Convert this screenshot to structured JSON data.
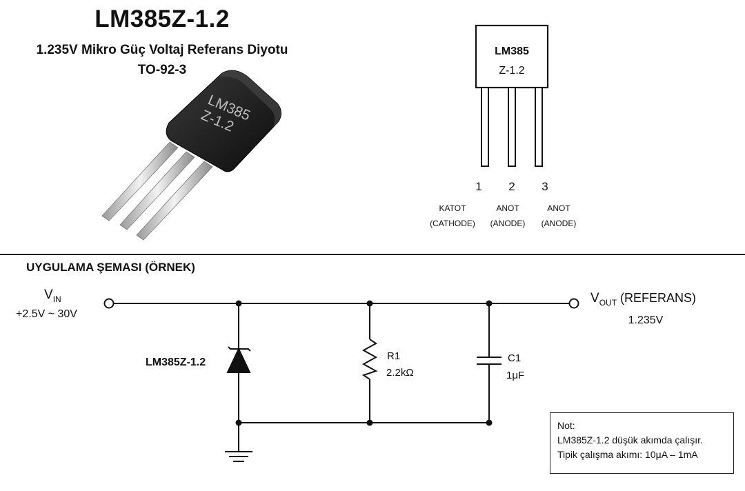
{
  "header": {
    "title": "LM385Z-1.2",
    "subtitle": "1.235V Mikro Güç Voltaj Referans Diyotu",
    "package": "TO-92-3"
  },
  "package_photo": {
    "marking_line1": "LM385",
    "marking_line2": "Z-1.2"
  },
  "pinout": {
    "body_line1": "LM385",
    "body_line2": "Z-1.2",
    "pins": [
      {
        "number": "1",
        "name": "KATOT",
        "alt": "(CATHODE)"
      },
      {
        "number": "2",
        "name": "ANOT",
        "alt": "(ANODE)"
      },
      {
        "number": "3",
        "name": "ANOT",
        "alt": "(ANODE)"
      }
    ]
  },
  "schematic": {
    "section_title": "UYGULAMA ŞEMASI (ÖRNEK)",
    "vin_label": "V",
    "vin_sub": "IN",
    "vin_range": "+2.5V ~ 30V",
    "vout_label": "V",
    "vout_sub": "OUT",
    "vout_suffix": " (REFERANS)",
    "vout_value": "1.235V",
    "diode_label": "LM385Z-1.2",
    "r1_label": "R1",
    "r1_value": "2.2kΩ",
    "c1_label": "C1",
    "c1_value": "1μF"
  },
  "note": {
    "heading": "Not:",
    "line1": "LM385Z-1.2 düşük akımda çalışır.",
    "line2": "Tipik çalışma akımı: 10μA – 1mA"
  }
}
